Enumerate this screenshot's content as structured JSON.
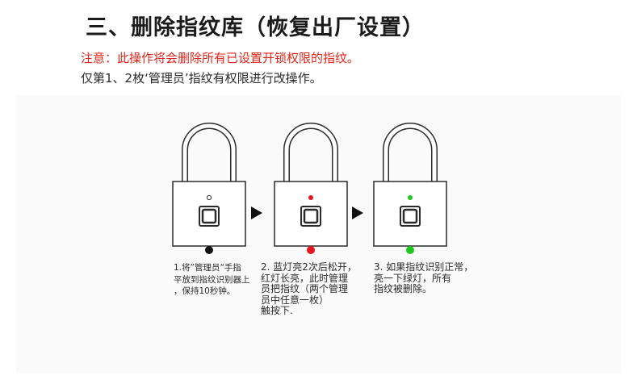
{
  "title": "三、删除指纹库（恢复出厂设置）",
  "warning": "注意：此操作将会删除所有已设置开锁权限的指纹。",
  "note": "仅第1、2枚‘管理员’指纹有权限进行改操作。",
  "steps": [
    {
      "lines": [
        "1.将”管理员“手指",
        "平放到指纹识别器上",
        "，保持10秒钟。"
      ],
      "indicator_color": "#111111",
      "led_color": "none"
    },
    {
      "lines": [
        "2. 蓝灯亮2次后松开，",
        "红灯长亮，此时管理",
        "员把指纹（两个管理",
        "员中任意一枚）",
        "触按下."
      ],
      "indicator_color": "#e8141c",
      "led_color": "#e8141c"
    },
    {
      "lines": [
        "3. 如果指纹识别正常，",
        "亮一下绿灯，所有",
        "指纹被删除。"
      ],
      "indicator_color": "#1ec81e",
      "led_color": "#1ec81e"
    }
  ]
}
